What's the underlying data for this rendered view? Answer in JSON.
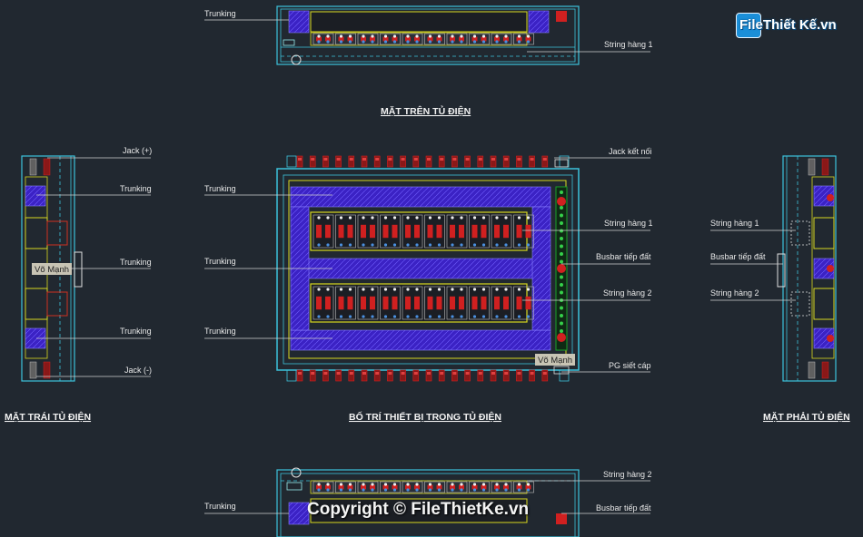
{
  "titles": {
    "top": "MẶT TRÊN TỦ ĐIỆN",
    "left": "MẶT TRÁI TỦ ĐIỆN",
    "center": "BỐ TRÍ THIẾT BỊ TRONG TỦ ĐIỆN",
    "right": "MẶT PHẢI TỦ ĐIỆN"
  },
  "labels": {
    "trunking": "Trunking",
    "string1": "String hàng 1",
    "string2": "String hàng 2",
    "jack_pos": "Jack (+)",
    "jack_neg": "Jack (-)",
    "jack_connect": "Jack kết nối",
    "busbar": "Busbar tiếp đất",
    "pg": "PG siết cáp"
  },
  "tags": {
    "left": "Võ Mạnh",
    "center": "Võ Mạnh"
  },
  "logo": "FileThiết Kế.vn",
  "copyright": "Copyright © FileThietKe.vn",
  "colors": {
    "background": "#212830",
    "frame": "#3cc3dc",
    "trunking": "#3e20c8",
    "breaker_red": "#d02020",
    "busbar_green": "#1aa028",
    "rail_yellow": "#d8d820"
  }
}
